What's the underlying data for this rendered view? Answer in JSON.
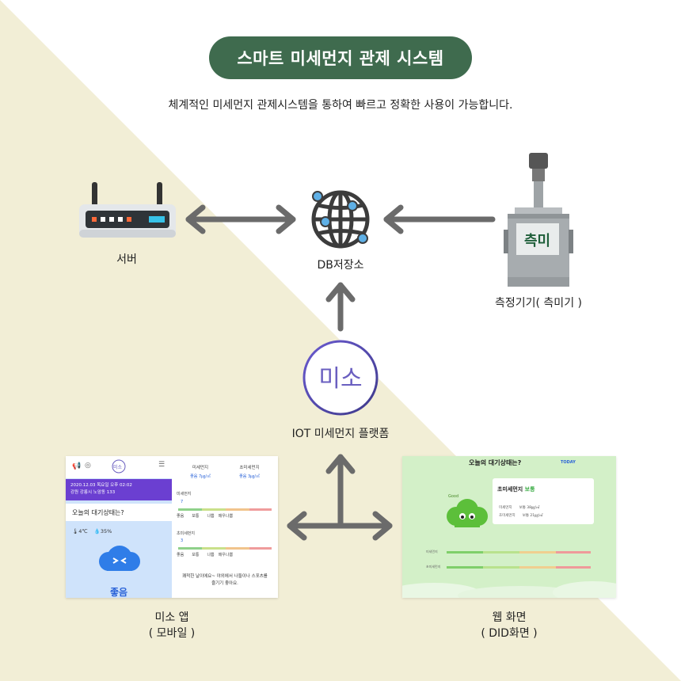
{
  "header": {
    "title": "스마트 미세먼지 관제 시스템",
    "subtitle": "체계적인 미세먼지 관제시스템을 통하여 빠르고 정확한 사용이 가능합니다."
  },
  "nodes": {
    "server": {
      "label": "서버"
    },
    "db": {
      "label": "DB저장소"
    },
    "device": {
      "label": "측정기기( 측미기 )",
      "screen_text": "측미"
    },
    "platform": {
      "label": "IOT 미세먼지 플랫폼",
      "logo_text": "미소"
    },
    "mobile": {
      "label_line1": "미소 앱",
      "label_line2": "( 모바일 )"
    },
    "web": {
      "label_line1": "웹 화면",
      "label_line2": "( DID화면 )"
    }
  },
  "mobile_app": {
    "logo": "미소",
    "datetime": "2020.12.03 목요일 오후 02:02",
    "address": "강원 강릉시 노암동 133",
    "question": "오늘의 대기상태는?",
    "temperature": "4℃",
    "humidity": "35%",
    "grade": "좋음",
    "pm10_title": "미세먼지",
    "pm25_title": "초미세먼지",
    "pm10_badge": "좋음 7㎍/㎥",
    "pm25_badge": "좋음 3㎍/㎥",
    "bar1_label": "미세먼지",
    "bar2_label": "초미세먼지",
    "bar1_value": "7",
    "bar2_value": "3",
    "scale_good": "좋음",
    "scale_normal": "보통",
    "scale_bad": "나쁨",
    "scale_vbad": "매우나쁨",
    "message_line1": "쾌적한 날이에요~ 야외에서 나들이나 스포츠를",
    "message_line2": "즐기기 좋아요."
  },
  "web_screen": {
    "title": "오늘의 대기상태는?",
    "today": "TODAY",
    "good_tag": "Good",
    "card_title": "초미세먼지",
    "card_grade": "보통",
    "pm10_label": "미세먼지",
    "pm25_label": "초미세먼지",
    "pm10_value": "보통 38㎍/㎥",
    "pm25_value": "보통 21㎍/㎥",
    "bar1_label": "미세먼지",
    "bar2_label": "초미세먼지"
  },
  "colors": {
    "title_bg": "#3f6b4e",
    "arrow": "#6b6b6b",
    "background_triangle": "#f2eed6",
    "platform_ring": "#5a4fa8",
    "app_bar": "#6b3fd1",
    "accent_blue": "#2a63d8"
  }
}
